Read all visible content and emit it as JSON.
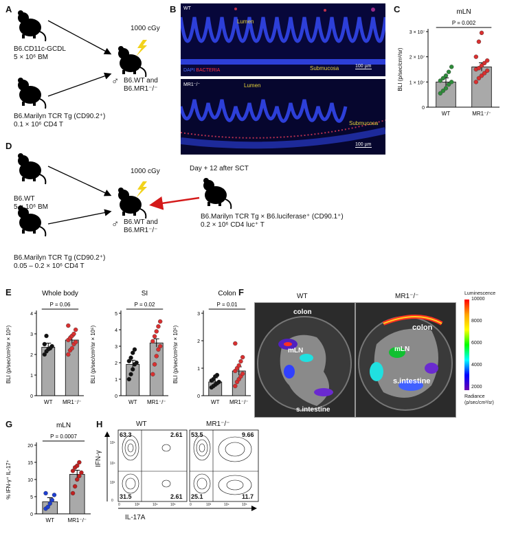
{
  "panels": {
    "A": "A",
    "B": "B",
    "C": "C",
    "D": "D",
    "E": "E",
    "F": "F",
    "G": "G",
    "H": "H"
  },
  "panelA": {
    "donor1_line1": "B6.CD11c-GCDL",
    "donor1_line2": "5 × 10⁶ BM",
    "donor2_line1": "B6.Marilyn TCR Tg (CD90.2⁺)",
    "donor2_line2": "0.1 × 10⁶ CD4 T",
    "dose": "1000 cGy",
    "recipient_line1": "B6.WT and",
    "recipient_line2": "B6.MR1⁻/⁻",
    "sex": "♂"
  },
  "panelB": {
    "wt_tag": "WT",
    "ko_tag": "MR1⁻/⁻",
    "lumen": "Lumen",
    "submucosa": "Submucosa",
    "stain_dapi": "DAPI",
    "stain_bact": "BACTERIA",
    "scale": "100 µm"
  },
  "panelD": {
    "donor1_line1": "B6.WT",
    "donor1_line2": "5 × 10⁶ BM",
    "donor2_line1": "B6.Marilyn TCR Tg (CD90.2⁺)",
    "donor2_line2": "0.05 – 0.2 × 10⁶ CD4 T",
    "dose": "1000 cGy",
    "recipient_line1": "B6.WT and",
    "recipient_line2": "B6.MR1⁻/⁻",
    "sex": "♂",
    "day": "Day + 12 after SCT",
    "inj_line1": "B6.Marilyn TCR Tg × B6.luciferase⁺ (CD90.1⁺)",
    "inj_line2": "0.2 × 10⁶ CD4 luc⁺ T"
  },
  "panelF": {
    "wt": "WT",
    "ko": "MR1⁻/⁻",
    "colon": "colon",
    "mln": "mLN",
    "si": "s.intestine",
    "scale_title": "Luminescence",
    "scale_ticks": [
      "10000",
      "8000",
      "6000",
      "4000",
      "2000"
    ],
    "unit_line1": "Radiance",
    "unit_line2": "(p/sec/cm²/sr)",
    "colors": [
      "#ff0000",
      "#ffa500",
      "#ffff00",
      "#00ff00",
      "#00ffff",
      "#0000ff",
      "#6a00b0"
    ]
  },
  "panelH": {
    "wt": "WT",
    "ko": "MR1⁻/⁻",
    "ylabel": "IFN-γ",
    "xlabel": "IL-17A",
    "wt_q": {
      "tl": "63.3",
      "tr": "2.61",
      "bl": "31.5",
      "br": "2.61"
    },
    "ko_q": {
      "tl": "53.5",
      "tr": "9.66",
      "bl": "25.1",
      "br": "11.7"
    },
    "xticks": [
      "0",
      "10³",
      "10⁴",
      "10⁵"
    ],
    "yticks": [
      "0",
      "10³",
      "10⁴",
      "10⁵"
    ]
  },
  "chart_data": [
    {
      "id": "C",
      "type": "bar",
      "title": "mLN",
      "ylabel": "BLI (p/sec/cm²/sr)",
      "categories": [
        "WT",
        "MR1⁻/⁻"
      ],
      "values": [
        1.0,
        1.6
      ],
      "ylim": [
        0,
        3
      ],
      "yticks": [
        "0",
        "1 × 10⁷",
        "2 × 10⁷",
        "3 × 10⁷"
      ],
      "pvalue": "P = 0.002",
      "colors": [
        "#2e8b3a",
        "#d93030"
      ],
      "points": [
        [
          0.55,
          0.65,
          0.75,
          0.9,
          1.0,
          1.05,
          1.15,
          1.25,
          1.4,
          1.6
        ],
        [
          1.0,
          1.15,
          1.25,
          1.35,
          1.45,
          1.5,
          1.55,
          1.65,
          1.75,
          1.85,
          2.0,
          2.6,
          2.95
        ]
      ]
    },
    {
      "id": "E1",
      "type": "bar",
      "title": "Whole body",
      "ylabel": "BLI (p/sec/cm²/sr × 10⁵)",
      "categories": [
        "WT",
        "MR1⁻/⁻"
      ],
      "values": [
        2.35,
        2.7
      ],
      "ylim": [
        0,
        4
      ],
      "yticks": [
        "0",
        "1",
        "2",
        "3",
        "4"
      ],
      "pvalue": "P = 0.06",
      "colors": [
        "#111111",
        "#d93030"
      ],
      "points": [
        [
          2.0,
          2.15,
          2.25,
          2.3,
          2.4,
          2.5,
          2.9
        ],
        [
          2.0,
          2.2,
          2.3,
          2.5,
          2.6,
          2.7,
          2.8,
          2.9,
          3.0,
          3.2,
          3.4
        ]
      ]
    },
    {
      "id": "E2",
      "type": "bar",
      "title": "SI",
      "ylabel": "BLI (p/sec/cm²/sr × 10⁵)",
      "categories": [
        "WT",
        "MR1⁻/⁻"
      ],
      "values": [
        1.9,
        3.2
      ],
      "ylim": [
        0,
        5
      ],
      "yticks": [
        "0",
        "1",
        "2",
        "3",
        "4",
        "5"
      ],
      "pvalue": "P = 0.02",
      "colors": [
        "#111111",
        "#d93030"
      ],
      "points": [
        [
          1.0,
          1.3,
          1.6,
          1.9,
          2.0,
          2.1,
          2.3,
          2.6,
          2.8
        ],
        [
          1.3,
          1.9,
          2.4,
          2.8,
          3.0,
          3.3,
          3.6,
          3.9,
          4.2,
          4.5
        ]
      ]
    },
    {
      "id": "E3",
      "type": "bar",
      "title": "Colon",
      "ylabel": "BLI (p/sec/cm²/sr × 10⁵)",
      "categories": [
        "WT",
        "MR1⁻/⁻"
      ],
      "values": [
        0.5,
        0.9
      ],
      "ylim": [
        0,
        3
      ],
      "yticks": [
        "0",
        "1",
        "2",
        "3"
      ],
      "pvalue": "P = 0.01",
      "colors": [
        "#111111",
        "#d93030"
      ],
      "points": [
        [
          0.3,
          0.35,
          0.4,
          0.45,
          0.5,
          0.55,
          0.6,
          0.7,
          0.75
        ],
        [
          0.35,
          0.5,
          0.6,
          0.7,
          0.8,
          0.9,
          1.0,
          1.1,
          1.25,
          1.4,
          1.9
        ]
      ]
    },
    {
      "id": "G",
      "type": "bar",
      "title": "mLN",
      "ylabel": "% IFN-γ⁺ IL-17⁺",
      "categories": [
        "WT",
        "MR1⁻/⁻"
      ],
      "values": [
        3.5,
        11.5
      ],
      "ylim": [
        0,
        20
      ],
      "yticks": [
        "0",
        "5",
        "10",
        "15",
        "20"
      ],
      "pvalue": "P = 0.0007",
      "colors": [
        "#1f3fd0",
        "#c02020"
      ],
      "points": [
        [
          1.5,
          2.0,
          3.0,
          4.0,
          5.5,
          6.0
        ],
        [
          6.0,
          8.0,
          10.0,
          11.0,
          12.0,
          12.5,
          13.5,
          14.0,
          15.0
        ]
      ]
    }
  ]
}
